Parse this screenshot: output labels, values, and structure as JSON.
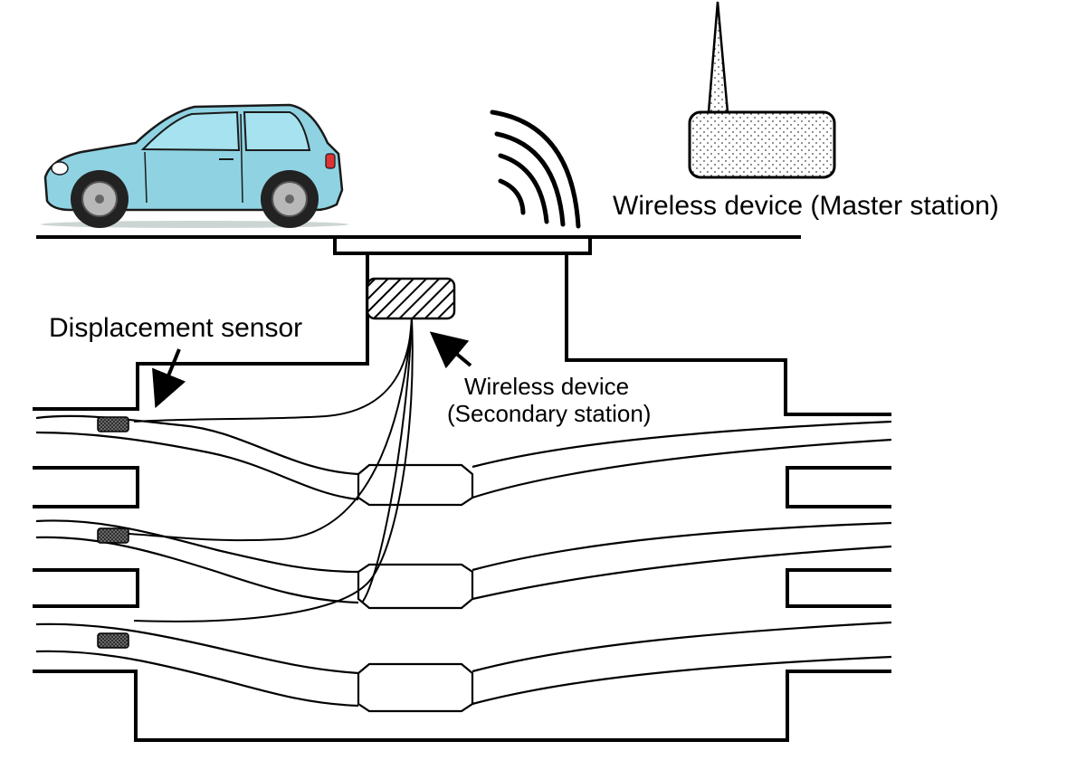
{
  "labels": {
    "master": "Wireless device (Master station)",
    "sensor": "Displacement sensor",
    "secondary_line1": "Wireless device",
    "secondary_line2": "(Secondary station)"
  },
  "colors": {
    "ink": "#000000",
    "car_body": "#8fd3e3",
    "car_glass": "#a6e2ef",
    "tire": "#222222",
    "rim": "#b8b8b8",
    "device_fill": "#f2f2f2",
    "sensor_fill": "#555555"
  },
  "icons": {
    "car": "car-icon",
    "antenna": "antenna-icon",
    "signal": "wireless-signal-icon"
  }
}
